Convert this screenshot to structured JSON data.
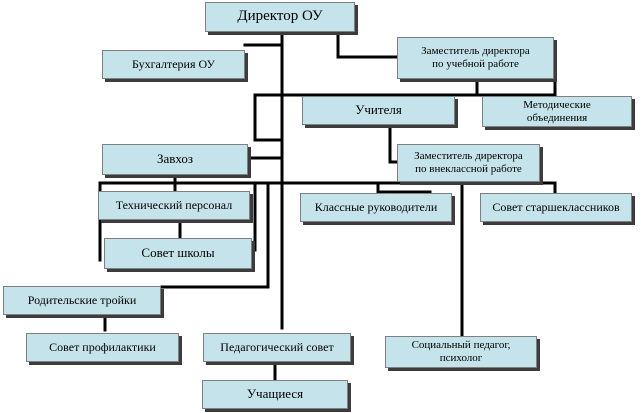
{
  "nodes": {
    "director": "Директор ОУ",
    "accounting": "Бухгалтерия ОУ",
    "deputy_academic": "Заместитель директора\nпо учебной работе",
    "teachers": "Учителя",
    "methodical": "Методические\nобъединения",
    "supply_manager": "Завхоз",
    "deputy_extracurricular": "Заместитель директора\nпо внеклассной работе",
    "technical_staff": "Технический персонал",
    "class_teachers": "Классные руководители",
    "senior_council": "Совет старшеклассников",
    "school_council": "Совет школы",
    "parent_triads": "Родительские тройки",
    "prevention_council": "Совет профилактики",
    "pedagogical_council": "Педагогический совет",
    "social_pedagogue": "Социальный педагог,\nпсихолог",
    "students": "Учащиеся"
  },
  "colors": {
    "box_fill": "#c5e3ea",
    "box_border": "#7f7f7f",
    "shadow": "#3c3c3c",
    "connector": "#000000"
  }
}
